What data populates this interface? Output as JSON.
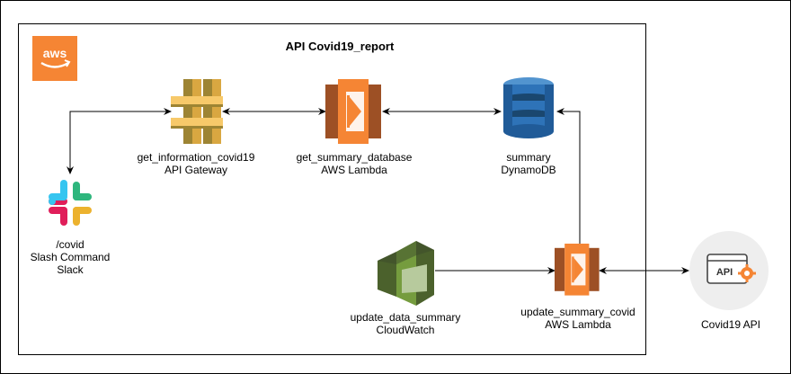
{
  "title": "API Covid19_report",
  "logo": {
    "text": "aws",
    "icon": "aws-logo-icon",
    "color": "#F58534"
  },
  "nodes": {
    "slack": {
      "icon": "slack-icon",
      "lines": [
        "/covid",
        "Slash Command",
        "Slack"
      ]
    },
    "api_gateway": {
      "icon": "api-gateway-icon",
      "color": "#D9A741",
      "lines": [
        "get_information_covid19",
        "API Gateway"
      ]
    },
    "get_lambda": {
      "icon": "lambda-icon",
      "color": "#F58534",
      "lines": [
        "get_summary_database",
        "AWS Lambda"
      ]
    },
    "dynamodb": {
      "icon": "dynamodb-icon",
      "color": "#2E73B8",
      "lines": [
        "summary",
        "DynamoDB"
      ]
    },
    "cloudwatch": {
      "icon": "cloudwatch-icon",
      "color": "#759C3E",
      "lines": [
        "update_data_summary",
        "CloudWatch"
      ]
    },
    "update_lambda": {
      "icon": "lambda-icon",
      "color": "#F58534",
      "lines": [
        "update_summary_covid",
        "AWS Lambda"
      ]
    },
    "covid_api": {
      "icon": "api-gear-icon",
      "badge": "API",
      "lines": [
        "Covid19 API"
      ]
    }
  },
  "edges": [
    {
      "from": "slack",
      "to": "api_gateway",
      "bidirectional": true
    },
    {
      "from": "api_gateway",
      "to": "get_lambda",
      "bidirectional": true
    },
    {
      "from": "get_lambda",
      "to": "dynamodb",
      "bidirectional": true
    },
    {
      "from": "cloudwatch",
      "to": "update_lambda",
      "bidirectional": false
    },
    {
      "from": "update_lambda",
      "to": "dynamodb",
      "bidirectional": false
    },
    {
      "from": "update_lambda",
      "to": "covid_api",
      "bidirectional": true
    }
  ]
}
